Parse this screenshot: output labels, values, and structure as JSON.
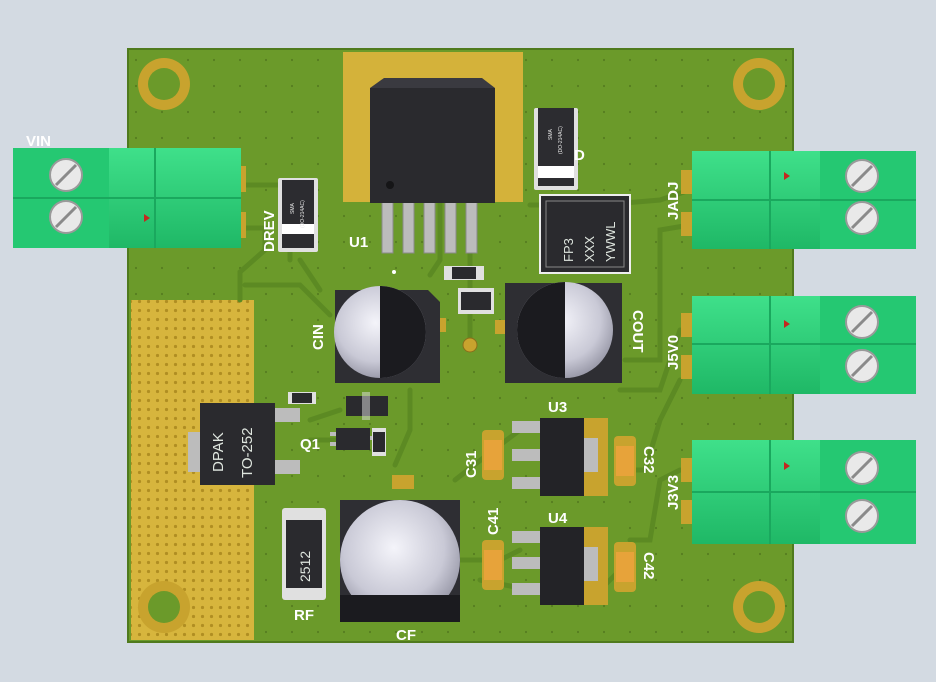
{
  "board": {
    "colors": {
      "board": "#6c9a2b",
      "copper": "#c8a32e",
      "terminal": "#2ed57a",
      "silk": "#ffffff"
    }
  },
  "labels": {
    "vin": "VIN",
    "drev": "DREV",
    "u1": "U1",
    "d": "D",
    "fp3_line1": "FP3",
    "fp3_line2": "XXX",
    "fp3_line3": "YWWL",
    "cin": "CIN",
    "cout": "COUT",
    "jadj": "JADJ",
    "j5v0": "J5V0",
    "j3v3": "J3V3",
    "u3": "U3",
    "u4": "U4",
    "c31": "C31",
    "c32": "C32",
    "c41": "C41",
    "c42": "C42",
    "q1": "Q1",
    "dpak_line1": "DPAK",
    "dpak_line2": "TO-252",
    "rf": "RF",
    "rf_value": "2512",
    "cf": "CF",
    "sma_line1": "SMA",
    "sma_line2": "(DO-214AC)"
  }
}
